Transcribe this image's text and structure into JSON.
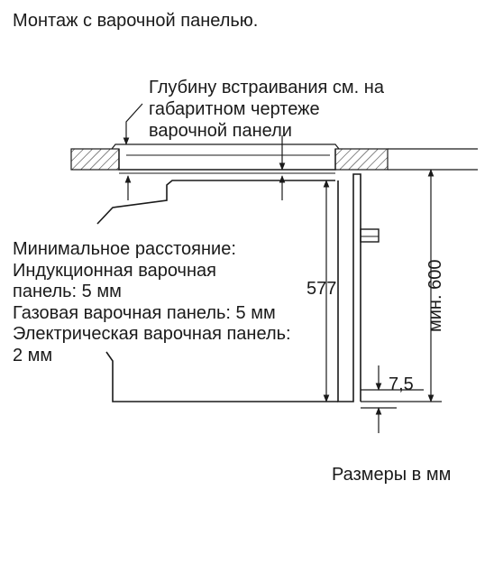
{
  "title": "Монтаж с варочной панелью.",
  "depth_note": {
    "lines": [
      "Глубину встраивания см. на",
      "габаритном чертеже",
      "варочной панели"
    ]
  },
  "min_distance": {
    "lines": [
      "Минимальное расстояние:",
      "Индукционная варочная",
      "панель: 5 мм",
      "Газовая варочная панель: 5 мм",
      "Электрическая варочная панель:",
      "2 мм"
    ]
  },
  "dimensions": {
    "oven_height": "577",
    "niche_height": "мин. 600",
    "bottom_gap": "7,5"
  },
  "units_note": "Размеры в мм"
}
